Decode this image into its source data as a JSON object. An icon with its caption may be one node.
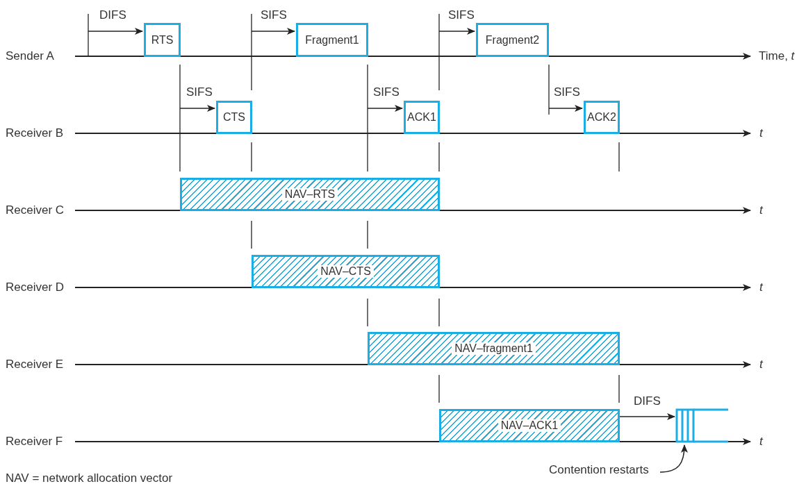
{
  "diagram": {
    "nodes": [
      {
        "text": [
          "RTS"
        ]
      },
      {
        "text": [
          "Fragment1"
        ]
      },
      {
        "text": [
          "Fragment2"
        ]
      },
      {
        "text": [
          "CTS"
        ]
      },
      {
        "text": [
          "ACK1"
        ]
      },
      {
        "text": [
          "ACK2"
        ]
      },
      {
        "text": [
          "NAV–RTS"
        ]
      },
      {
        "text": [
          "NAV–CTS"
        ]
      },
      {
        "text": [
          "NAV–fragment1"
        ]
      },
      {
        "text": [
          "NAV–ACK1"
        ]
      },
      {
        "text": [],
        "shape": "box"
      },
      {
        "text": [
          "Contention restarts"
        ]
      }
    ],
    "edges": [
      {
        "from": 11,
        "to": 10,
        "arrow": "to"
      },
      {
        "from": 9,
        "to": 10,
        "arrow": "to",
        "label": "DIFS"
      }
    ],
    "labels": [
      "DIFS",
      "SIFS",
      "SIFS",
      "Sender A",
      "Time, *t*",
      "SIFS",
      "SIFS",
      "SIFS",
      "Receiver B",
      "t",
      "Receiver C",
      "t",
      "Receiver D",
      "t",
      "Receiver E",
      "t",
      "Receiver F",
      "t",
      "NAV = network allocation vector"
    ]
  }
}
